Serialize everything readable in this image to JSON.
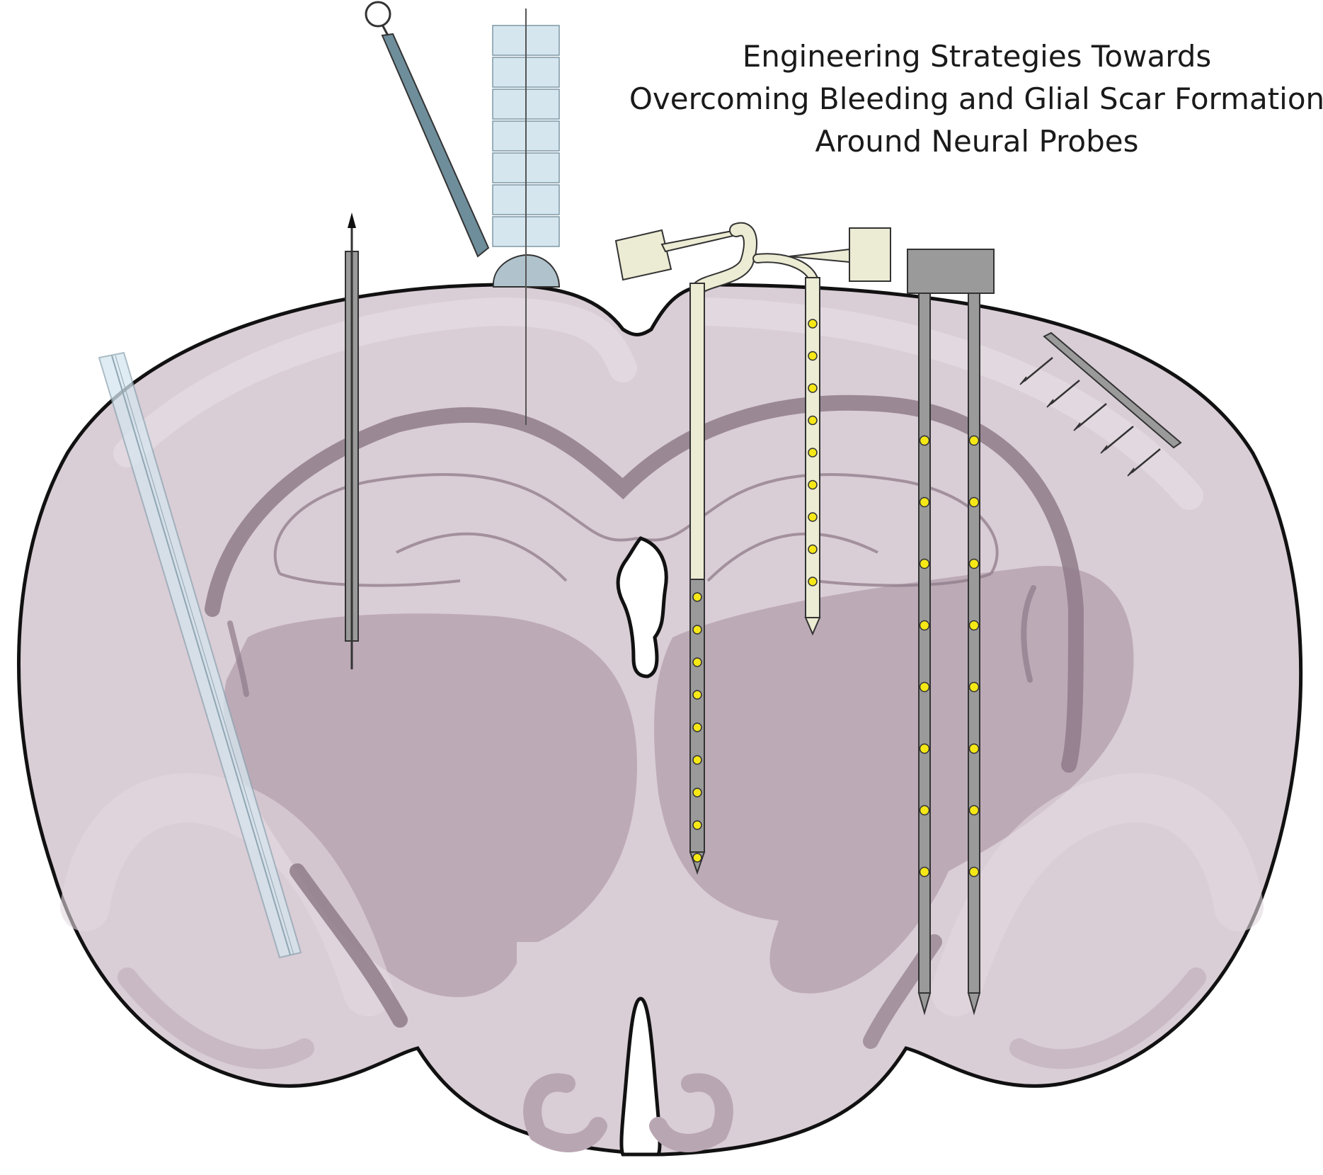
{
  "title": {
    "line1": "Engineering Strategies Towards",
    "line2": "Overcoming Bleeding and Glial Scar Formation",
    "line3": "Around Neural Probes"
  },
  "colors": {
    "brain_fill": "#d9cdd6",
    "brain_outline": "#111111",
    "deep_region": "#bca8b5",
    "white_matter": "#8f7b89",
    "probe_gray": "#9a9a9a",
    "flex_probe": "#ecebd3",
    "electrode_site": "#f5e816",
    "pipette": "#6f8e9c",
    "fiber_glass": "#d6e6ef"
  },
  "icons": [
    "brain-section-icon",
    "catheter-icon",
    "retracting-probe-icon",
    "micropipette-icon",
    "shuttle-inserter-icon",
    "flexible-probe-icon",
    "multi-shank-probe-icon",
    "microneedle-array-icon"
  ]
}
